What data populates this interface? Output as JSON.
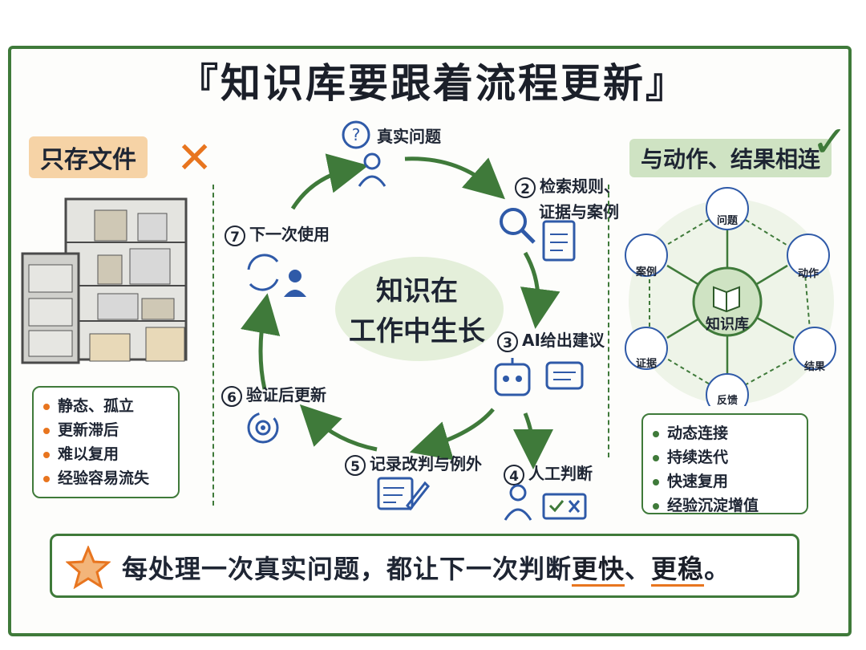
{
  "title": "『知识库要跟着流程更新』",
  "left_panel": {
    "tag": "只存文件",
    "items": [
      "静态、孤立",
      "更新滞后",
      "难以复用",
      "经验容易流失"
    ]
  },
  "right_panel": {
    "tag": "与动作、结果相连",
    "hub": "知识库",
    "nodes": [
      "问题",
      "动作",
      "结果",
      "反馈",
      "证据",
      "案例"
    ],
    "items": [
      "动态连接",
      "持续迭代",
      "快速复用",
      "经验沉淀增值"
    ]
  },
  "cycle": {
    "center_line1": "知识在",
    "center_line2": "工作中生长",
    "steps": [
      {
        "num": "",
        "label": "真实问题"
      },
      {
        "num": "2",
        "label": "检索规则、"
      },
      {
        "num": "",
        "label": "证据与案例"
      },
      {
        "num": "3",
        "label": "AI给出建议"
      },
      {
        "num": "4",
        "label": "人工判断"
      },
      {
        "num": "5",
        "label": "记录改判与例外"
      },
      {
        "num": "6",
        "label": "验证后更新"
      },
      {
        "num": "7",
        "label": "下一次使用"
      }
    ]
  },
  "banner": {
    "pre": "每处理一次真实问题，都让下一次判断",
    "hl1": "更快",
    "mid": "、",
    "hl2": "更稳",
    "post": "。"
  },
  "colors": {
    "green": "#3f7a3a",
    "orange": "#e8751f",
    "blue": "#2f5aa8"
  }
}
